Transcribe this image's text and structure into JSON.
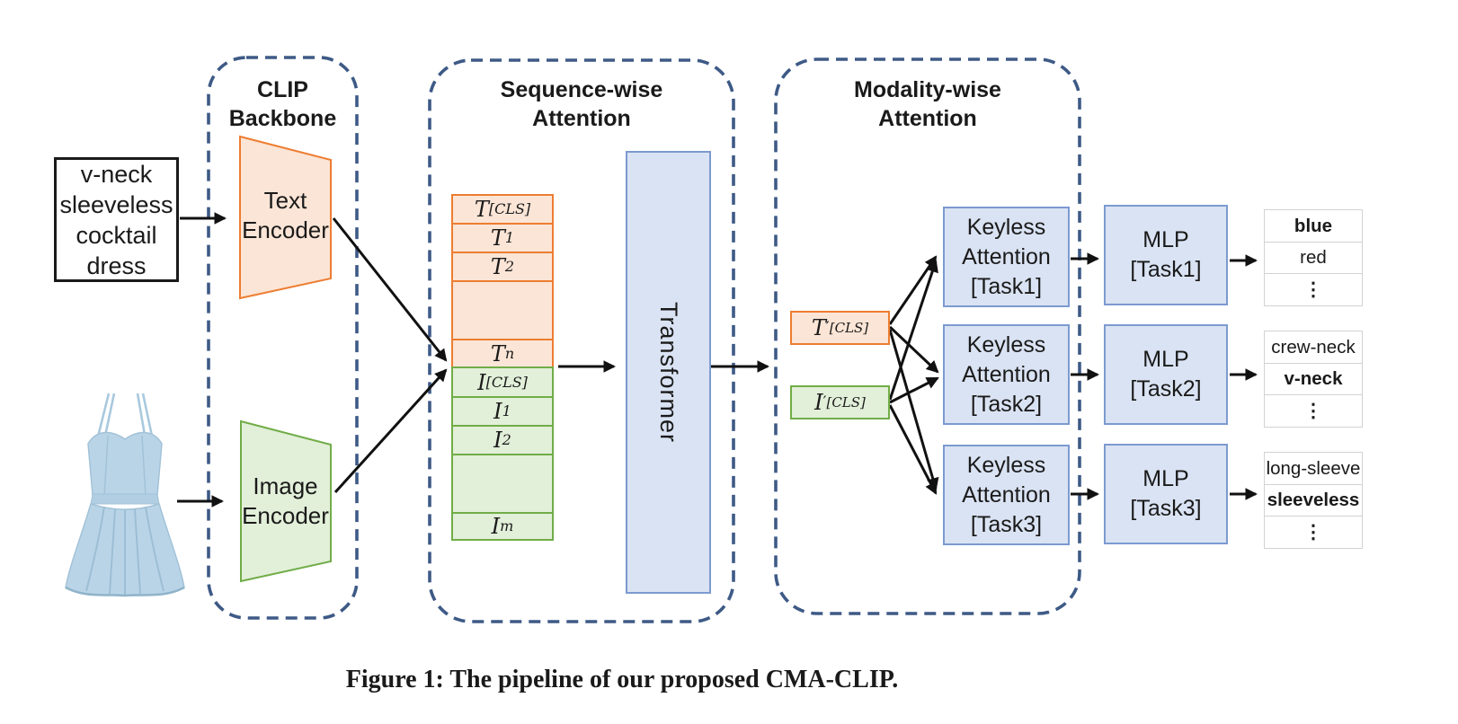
{
  "caption": "Figure 1: The pipeline of our proposed CMA-CLIP.",
  "colors": {
    "orange_fill": "#FBE5D6",
    "orange_border": "#ED7D31",
    "green_fill": "#E2EFD9",
    "green_border": "#70AD47",
    "blue_fill": "#DAE3F3",
    "blue_border": "#7C9AD0",
    "container_dash": "#3E5A86",
    "arrow": "#111111",
    "list_border": "#D2D2D2",
    "dress_blue": "#BAD4E7"
  },
  "input": {
    "text_lines": [
      "v-neck",
      "sleeveless",
      "cocktail",
      "dress"
    ],
    "image_alt": "light blue sleeveless cocktail dress"
  },
  "clip_backbone": {
    "title": [
      "CLIP",
      "Backbone"
    ],
    "text_encoder": [
      "Text",
      "Encoder"
    ],
    "image_encoder": [
      "Image",
      "Encoder"
    ]
  },
  "sequence_attention": {
    "title": [
      "Sequence-wise",
      "Attention"
    ],
    "transformer": "Transformer",
    "text_tokens": {
      "cls": {
        "base": "T",
        "sub": "[CLS]"
      },
      "t1": {
        "base": "T",
        "sub": "1"
      },
      "t2": {
        "base": "T",
        "sub": "2"
      },
      "tn": {
        "base": "T",
        "sub": "n"
      }
    },
    "image_tokens": {
      "cls": {
        "base": "I",
        "sub": "[CLS]"
      },
      "i1": {
        "base": "I",
        "sub": "1"
      },
      "i2": {
        "base": "I",
        "sub": "2"
      },
      "im": {
        "base": "I",
        "sub": "m"
      }
    }
  },
  "modality_attention": {
    "title": [
      "Modality-wise",
      "Attention"
    ],
    "t_cls": {
      "base": "T",
      "prime": "′",
      "sub": "[CLS]"
    },
    "i_cls": {
      "base": "I",
      "prime": "′",
      "sub": "[CLS]"
    },
    "keyless": [
      [
        "Keyless",
        "Attention",
        "[Task1]"
      ],
      [
        "Keyless",
        "Attention",
        "[Task2]"
      ],
      [
        "Keyless",
        "Attention",
        "[Task3]"
      ]
    ]
  },
  "heads": {
    "mlp": [
      [
        "MLP",
        "[Task1]"
      ],
      [
        "MLP",
        "[Task2]"
      ],
      [
        "MLP",
        "[Task3]"
      ]
    ]
  },
  "outputs": [
    {
      "rows": [
        "blue",
        "red",
        "⋮"
      ],
      "predicted": "blue"
    },
    {
      "rows": [
        "crew-neck",
        "v-neck",
        "⋮"
      ],
      "predicted": "v-neck"
    },
    {
      "rows": [
        "long-sleeve",
        "sleeveless",
        "⋮"
      ],
      "predicted": "sleeveless"
    }
  ]
}
